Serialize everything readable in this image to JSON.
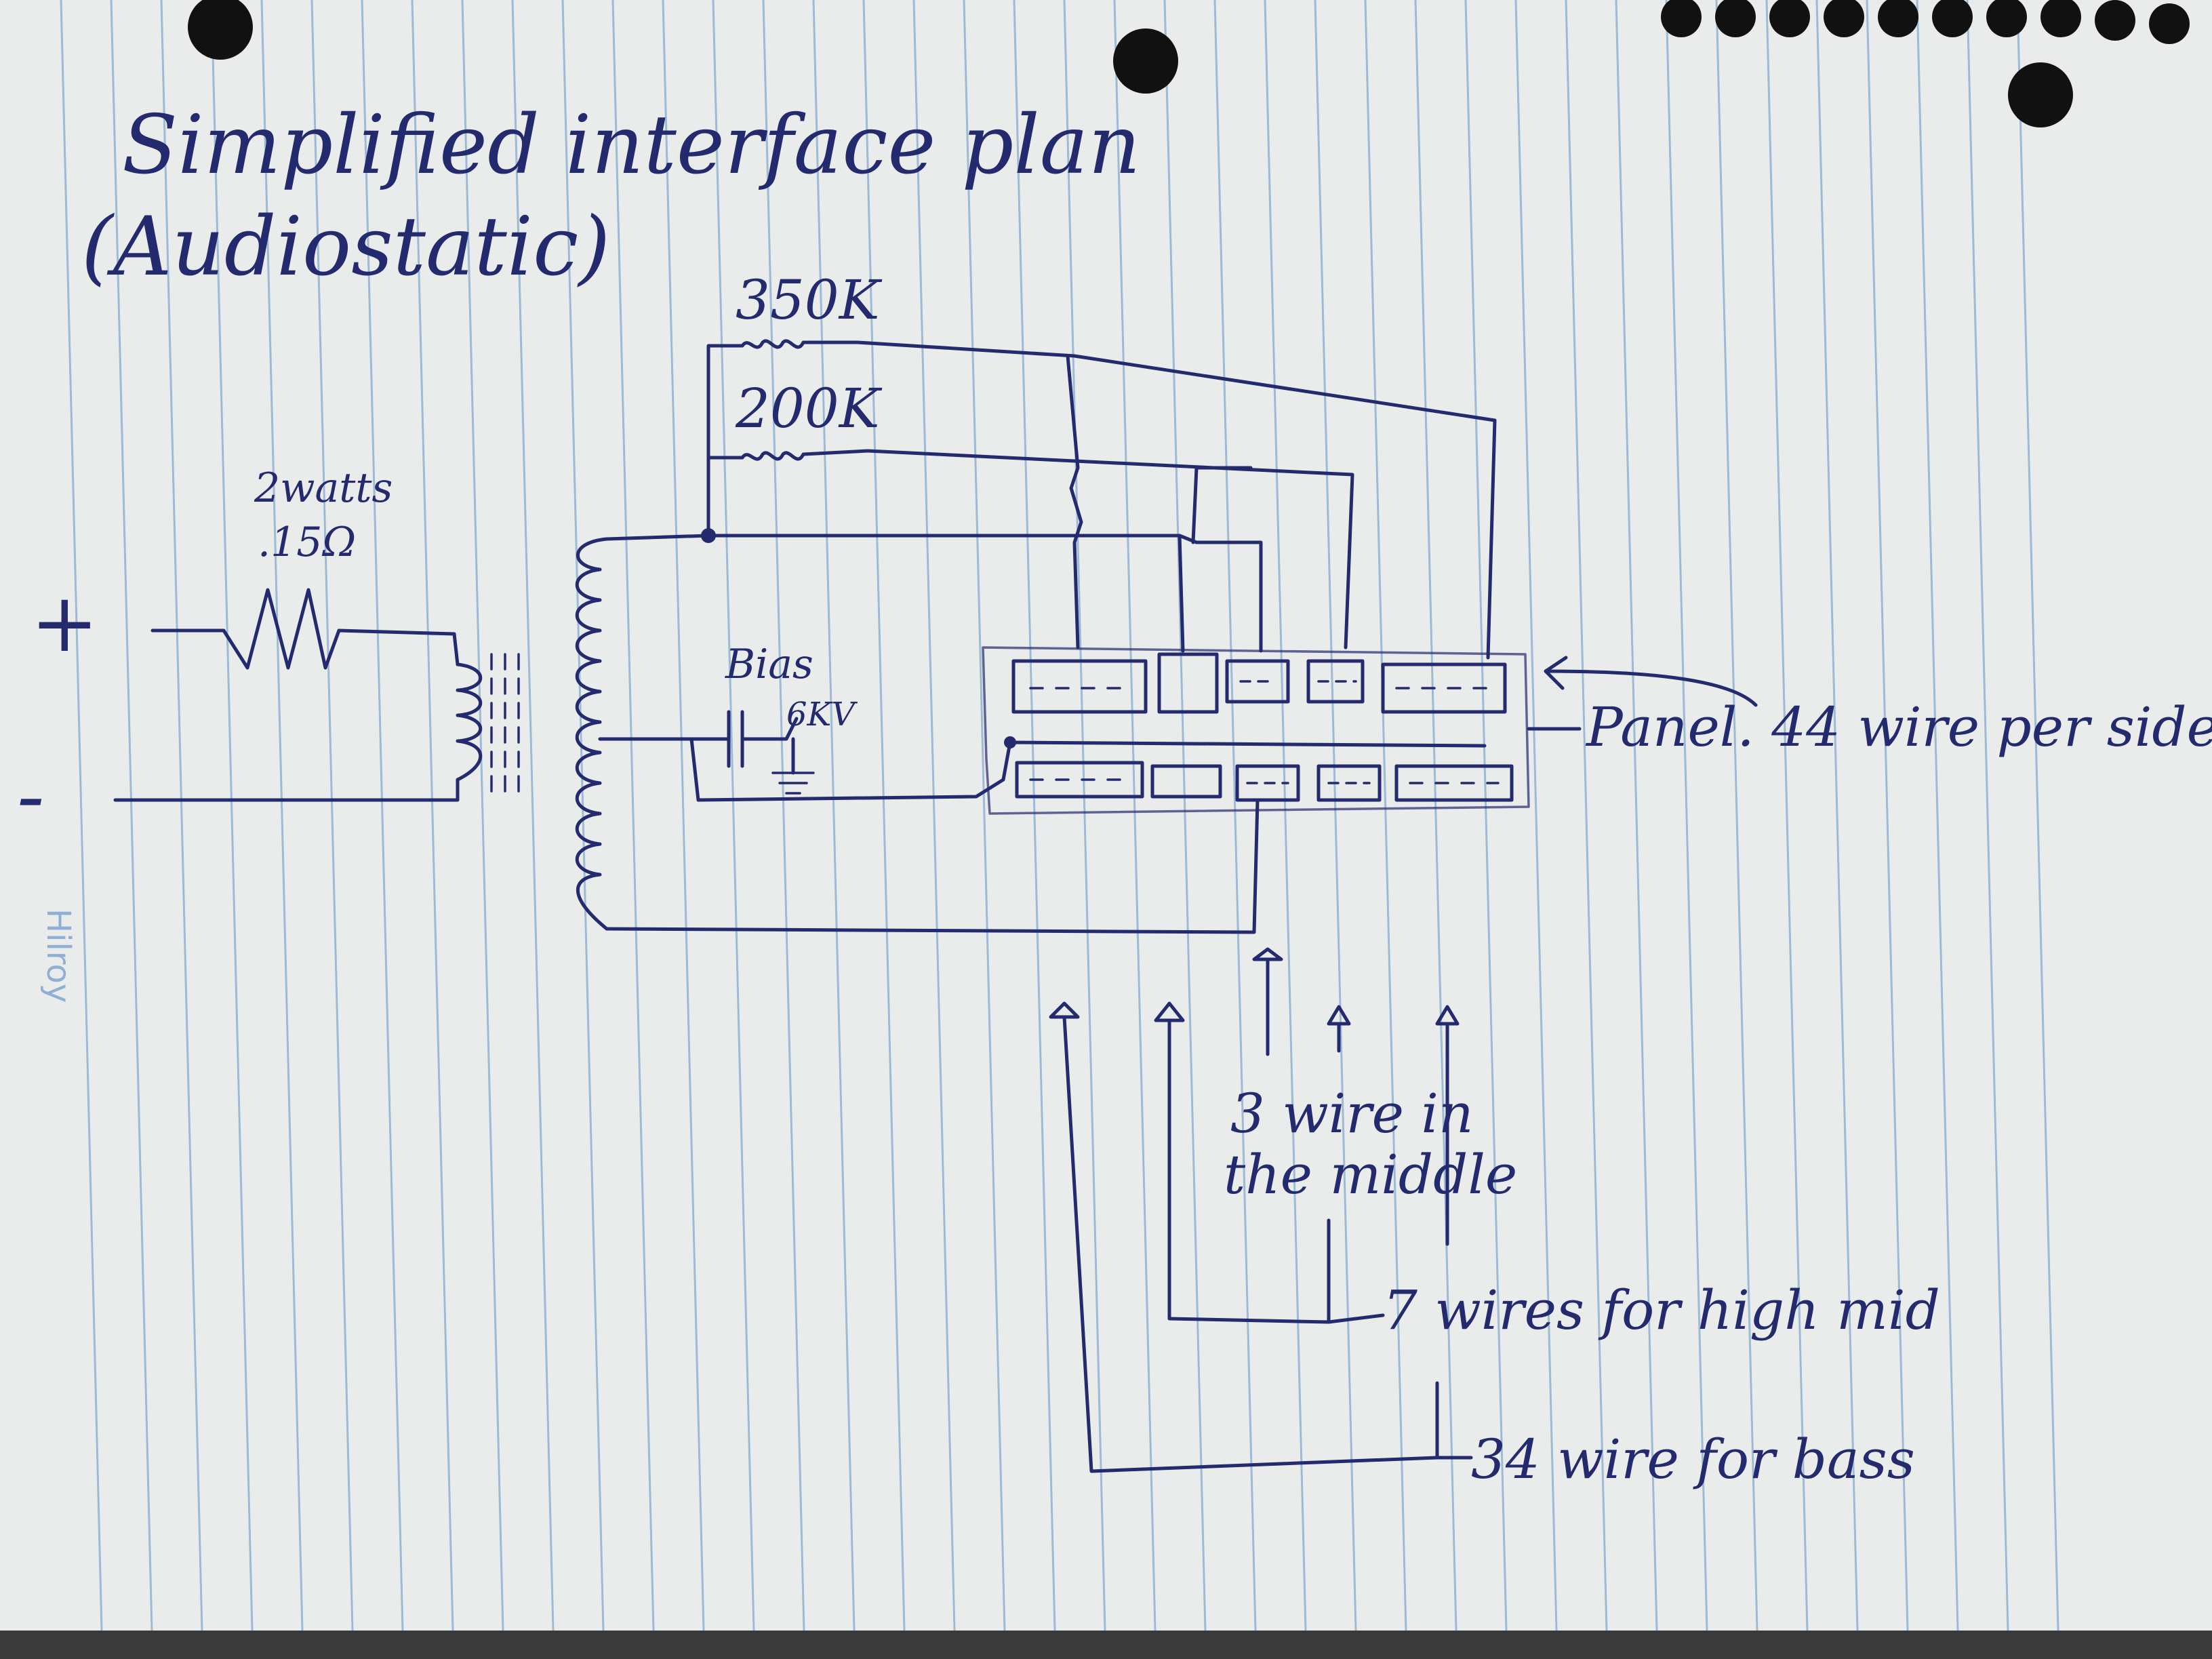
{
  "title": {
    "line1": "Simplified interface plan",
    "line2": "(Audiostatic)"
  },
  "input": {
    "plus": "+",
    "minus": "-"
  },
  "series_resistor": {
    "rating_watts": "2watts",
    "rating_ohms": ".15Ω"
  },
  "resistors": {
    "r1": "350K",
    "r2": "200K"
  },
  "bias": {
    "label": "Bias",
    "voltage": "6KV"
  },
  "panel": {
    "label": "Panel. 44 wire per side"
  },
  "wire_groups": {
    "middle": {
      "line1": "3 wire in",
      "line2": "the middle"
    },
    "high_mid": "7 wires for high mid",
    "bass": "34 wire for bass"
  },
  "stamp": "Hilroy",
  "colors": {
    "paper": "#eef0ee",
    "ink": "#232a6e",
    "rule": "#9dbad6"
  }
}
